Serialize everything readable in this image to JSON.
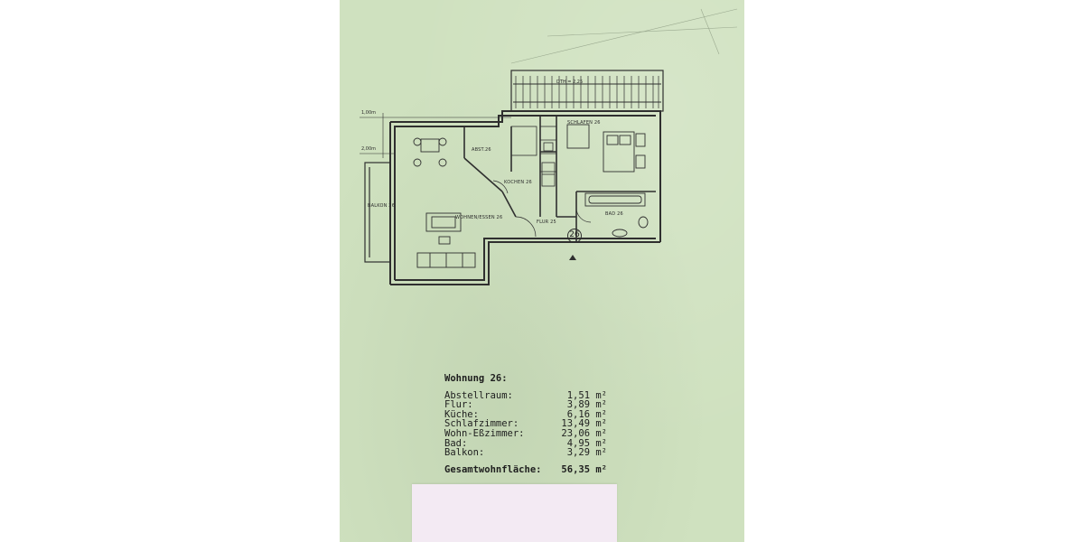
{
  "plan": {
    "dim_top": "1,00m",
    "dim_second": "2,00m",
    "terrace_label": "DTH = 2,25",
    "rooms": {
      "schlafen": "SCHLAFEN 26",
      "abst": "ABST.26",
      "kochen": "KOCHEN 26",
      "balkon": "BALKON 26",
      "wohnen": "WOHNEN/ESSEN 26",
      "flur": "FLUR 25",
      "bad": "BAD 26"
    },
    "unit_number": "26"
  },
  "areas": {
    "title": "Wohnung 26:",
    "rows": [
      {
        "label": "Abstellraum:",
        "value": "1,51 m²"
      },
      {
        "label": "Flur:",
        "value": "3,89 m²"
      },
      {
        "label": "Küche:",
        "value": "6,16 m²"
      },
      {
        "label": "Schlafzimmer:",
        "value": "13,49 m²"
      },
      {
        "label": "Wohn-Eßzimmer:",
        "value": "23,06 m²"
      },
      {
        "label": "Bad:",
        "value": "4,95 m²"
      },
      {
        "label": "Balkon:",
        "value": "3,29 m²"
      }
    ],
    "total_label": "Gesamtwohnfläche:",
    "total_value": "56,35 m²"
  },
  "colors": {
    "paper": "#cfe1bf",
    "ink": "#2b2b2b",
    "sticky_note": "#f3eaf3"
  }
}
